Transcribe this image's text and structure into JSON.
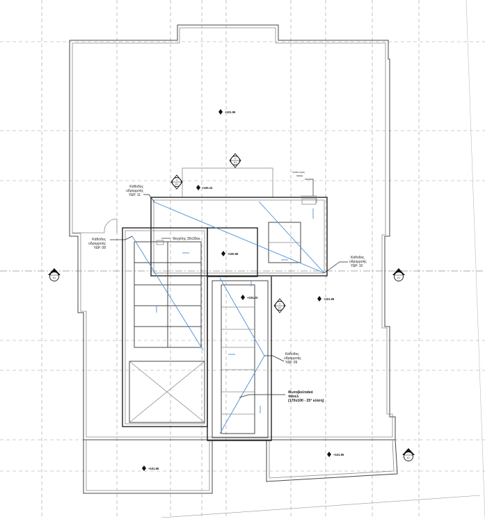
{
  "elevations": {
    "roof_top": "+101.95",
    "mid_left": "+100.23",
    "core": "+100.95",
    "stair": "+104.23",
    "right": "+101.95",
    "bottom_left": "+101.95",
    "bottom_right": "+101.95"
  },
  "drains": {
    "ydr11": [
      "Κάθοδος",
      "υδρορροής",
      "ΥΔΡ. 11"
    ],
    "ydr08": [
      "Κάθοδος",
      "υδρορροής",
      "ΥΔΡ. 08"
    ],
    "ydr10": [
      "Κάθοδος",
      "υδρορροής",
      "ΥΔΡ. 10"
    ],
    "ydr09": [
      "Κάθοδος",
      "υδρορροής",
      "ΥΔΡ. 09"
    ]
  },
  "labels": {
    "skylight": "Φεγγίτης 30x30εκ.",
    "roof_access": [
      "Σκάλα προς",
      "κεραμ."
    ],
    "pv_panel": [
      "Φωτοβολταϊκό",
      "πάνελ",
      "(170x100 - 25° κλίση)"
    ]
  },
  "section_marks": {
    "s1_num": "4",
    "s1_sheet": "Α1",
    "s2_num": "4",
    "s2_sheet": "Α1",
    "s3_num": "4",
    "s3_sheet": "Α1",
    "left_axis": "Α1",
    "right_axis": "Α1",
    "bottom_right": "Α1"
  }
}
